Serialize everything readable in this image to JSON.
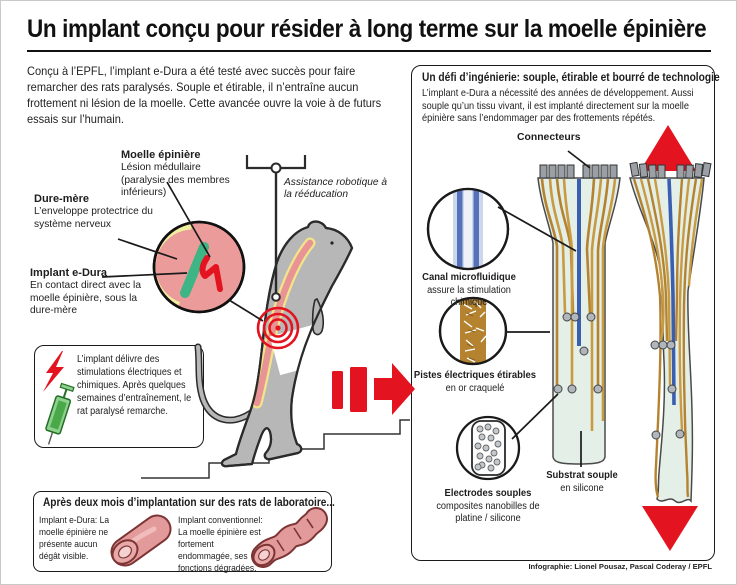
{
  "title": "Un implant conçu pour résider à long terme sur la moelle épinière",
  "intro": "Conçu à l’EPFL, l’implant e-Dura a été testé avec succès pour faire remarcher des rats paralysés. Souple et étirable, il n’entraîne aucun frottement ni lésion de la moelle. Cette avancée ouvre la voie à de futurs essais sur l’humain.",
  "anatomy": {
    "moelle_title": "Moelle épinière",
    "moelle_desc": "Lésion médullaire (paralysie des membres inférieurs)",
    "dure_title": "Dure-mère",
    "dure_desc": "L’enveloppe protectrice du système nerveux",
    "implant_title": "Implant e-Dura",
    "implant_desc": "En contact direct avec la moelle épinière, sous la dure-mère",
    "assistance": "Assistance robotique à la rééducation",
    "stimulation": "L’implant délivre des stimulations électriques et chimiques. Après quelques semaines d’entraînement, le rat paralysé remarche."
  },
  "results": {
    "title": "Après deux mois d’implantation sur des rats de laboratoire...",
    "edura_title": "Implant e-Dura:",
    "edura_desc": "La moelle épinière ne présente aucun dégât visible.",
    "conv_title": "Implant conventionnel:",
    "conv_desc": "La moelle épinière est fortement endommagée, ses fonctions dégradées."
  },
  "engineering": {
    "title": "Un défi d’ingénierie: souple, étirable et bourré de technologie",
    "intro": "L’implant e-Dura a nécessité des années de développement. Aussi souple qu’un tissu vivant, il est implanté directement sur la moelle épinière sans l’endommager par des frottements répétés.",
    "connectors": "Connecteurs",
    "canal_title": "Canal microfluidique",
    "canal_desc": "assure la stimulation chimique",
    "pistes_title": "Pistes électriques étirables",
    "pistes_desc": "en or craquelé",
    "electrodes_title": "Electrodes souples",
    "electrodes_desc": "composites nanobilles de platine / silicone",
    "substrat_title": "Substrat souple",
    "substrat_desc": "en silicone"
  },
  "credit": "Infographie: Lionel Pousaz, Pascal Coderay / EPFL",
  "colors": {
    "red": "#e3131f",
    "pink_cord": "#ec9b9b",
    "yellow_dura": "#eef09e",
    "green_implant": "#3db584",
    "gold_tracks": "#b5832f",
    "blue_canal": "#3b5fb0",
    "mint_substrate": "#e4efe8",
    "rat_gray": "#b7b7b7"
  }
}
